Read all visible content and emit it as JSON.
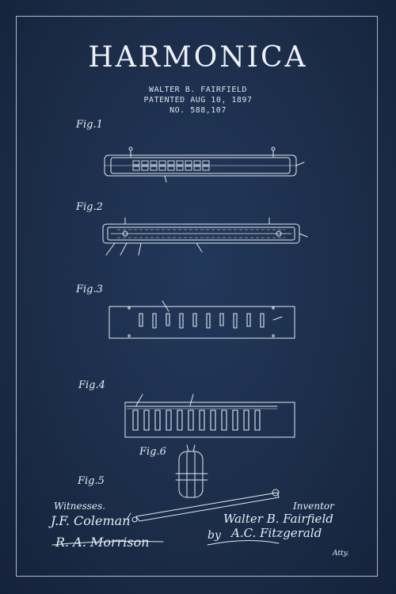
{
  "poster": {
    "title": "HARMONICA",
    "inventor_line": "WALTER B. FAIRFIELD",
    "patent_line": "PATENTED AUG 10, 1897",
    "number_line": "NO. 588,107"
  },
  "figures": {
    "fig1": "Fig.1",
    "fig2": "Fig.2",
    "fig3": "Fig.3",
    "fig4": "Fig.4",
    "fig5": "Fig.5",
    "fig6": "Fig.6"
  },
  "footer": {
    "witnesses_label": "Witnesses.",
    "inventor_label": "Inventor",
    "witness_sig_1": "J.F. Coleman",
    "witness_sig_2": "R. A. Morrison",
    "inventor_sig": "Walter B. Fairfield",
    "by_label": "by",
    "attorney_sig": "A.C. Fitzgerald",
    "atty_label": "Atty."
  },
  "colors": {
    "background": "#1c2d4a",
    "ink": "#e6ecf4"
  }
}
